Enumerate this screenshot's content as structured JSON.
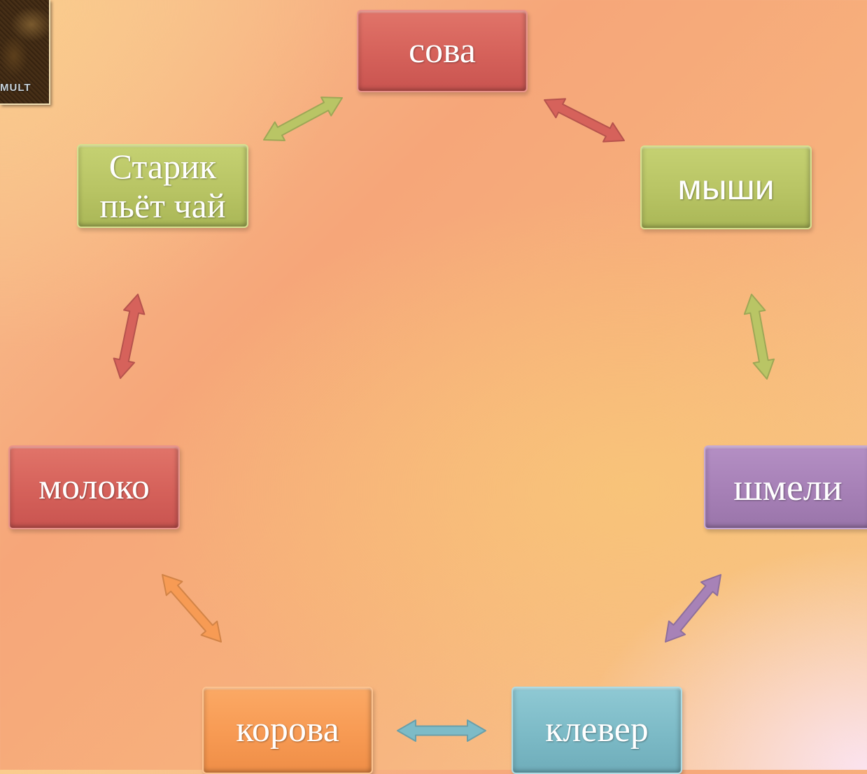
{
  "thumbnail": {
    "label": "MULT"
  },
  "nodes": [
    {
      "id": "sova",
      "label": "сова",
      "color": "#d6625b"
    },
    {
      "id": "myshi",
      "label": "мыши",
      "color": "#b9c565"
    },
    {
      "id": "shmeli",
      "label": "шмели",
      "color": "#a782b7"
    },
    {
      "id": "klever",
      "label": "клевер",
      "color": "#7dbbc7"
    },
    {
      "id": "korova",
      "label": "корова",
      "color": "#f79b54"
    },
    {
      "id": "moloko",
      "label": "молоко",
      "color": "#d6625b"
    },
    {
      "id": "starik",
      "label": "Старик\nпьёт чай",
      "color": "#b9c565"
    }
  ],
  "connections": [
    {
      "from": "sova",
      "to": "myshi",
      "direction": "both",
      "color": "#d6625b"
    },
    {
      "from": "myshi",
      "to": "shmeli",
      "direction": "both",
      "color": "#b9c565"
    },
    {
      "from": "shmeli",
      "to": "klever",
      "direction": "both",
      "color": "#a782b7"
    },
    {
      "from": "klever",
      "to": "korova",
      "direction": "both",
      "color": "#7dbbc7"
    },
    {
      "from": "korova",
      "to": "moloko",
      "direction": "both",
      "color": "#f79b54"
    },
    {
      "from": "moloko",
      "to": "starik",
      "direction": "both",
      "color": "#d6625b"
    },
    {
      "from": "starik",
      "to": "sova",
      "direction": "both",
      "color": "#b9c565"
    }
  ]
}
